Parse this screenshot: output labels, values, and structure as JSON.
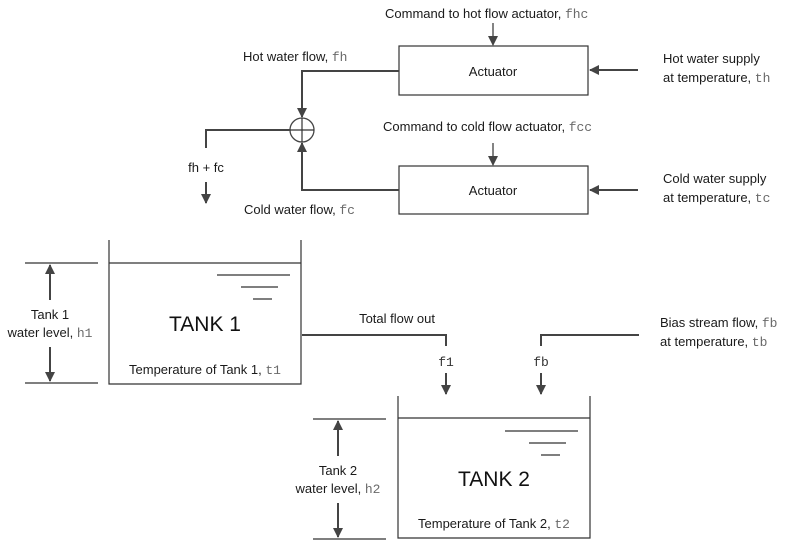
{
  "diagram": {
    "title": "Two-tank mixing process",
    "actuators": [
      {
        "id": "hot",
        "label": "Actuator",
        "command": "Command to hot flow actuator, ",
        "command_var": "fhc"
      },
      {
        "id": "cold",
        "label": "Actuator",
        "command": "Command to cold flow actuator, ",
        "command_var": "fcc"
      }
    ],
    "supplies": {
      "hot": {
        "line1": "Hot water supply",
        "line2": "at temperature, ",
        "var": "th"
      },
      "cold": {
        "line1": "Cold water supply",
        "line2": "at temperature, ",
        "var": "tc"
      },
      "bias": {
        "line1": "Bias stream flow, ",
        "line1_var": "fb",
        "line2": "at temperature, ",
        "var": "tb"
      }
    },
    "flows": {
      "hot": {
        "label": "Hot water flow, ",
        "var": "fh"
      },
      "cold": {
        "label": "Cold water flow, ",
        "var": "fc"
      },
      "sum": {
        "label": "fh + fc"
      },
      "total_out": {
        "label": "Total flow out"
      },
      "f1": {
        "var": "f1"
      },
      "fb": {
        "var": "fb"
      }
    },
    "summing_junction": {
      "symbol": "sum-circle-plus"
    },
    "tanks": [
      {
        "id": "tank1",
        "name": "TANK 1",
        "temp_label": "Temperature of Tank 1, ",
        "temp_var": "t1",
        "level_line1": "Tank 1",
        "level_line2": "water level, ",
        "level_var": "h1"
      },
      {
        "id": "tank2",
        "name": "TANK 2",
        "temp_label": "Temperature of Tank 2, ",
        "temp_var": "t2",
        "level_line1": "Tank 2",
        "level_line2": "water level, ",
        "level_var": "h2"
      }
    ],
    "colors": {
      "line": "#444444",
      "text": "#1a1a1a",
      "variable": "#6a6a6a",
      "background": "#ffffff"
    }
  }
}
